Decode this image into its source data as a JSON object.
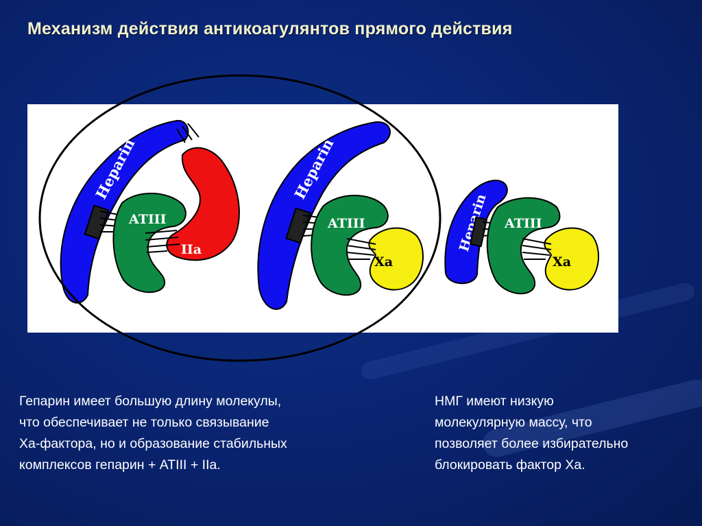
{
  "slide": {
    "title": "Механизм действия антикоагулянтов прямого действия"
  },
  "diagram": {
    "complexes": [
      {
        "heparin_label": "Heparin",
        "antithrombin_label": "ATIII",
        "factor_label": "IIa",
        "factor_color": "#ee1111"
      },
      {
        "heparin_label": "Heparin",
        "antithrombin_label": "ATIII",
        "factor_label": "Xa",
        "factor_color": "#f5ee10"
      },
      {
        "heparin_label": "Heparin",
        "antithrombin_label": "ATIII",
        "factor_label": "Xa",
        "factor_color": "#f5ee10"
      }
    ],
    "colors": {
      "heparin": "#1010ee",
      "antithrombin": "#0f8a44",
      "panel": "#ffffff",
      "background": "#0a2574"
    }
  },
  "captions": {
    "left": [
      "Гепарин имеет большую длину молекулы,",
      "что обеспечивает не только связывание",
      "Ха-фактора, но и образование стабильных",
      "комплексов гепарин + АТIII + IIa."
    ],
    "right": [
      "НМГ имеют низкую",
      "молекулярную массу, что",
      "позволяет более избирательно",
      "блокировать фактор Ха."
    ]
  }
}
